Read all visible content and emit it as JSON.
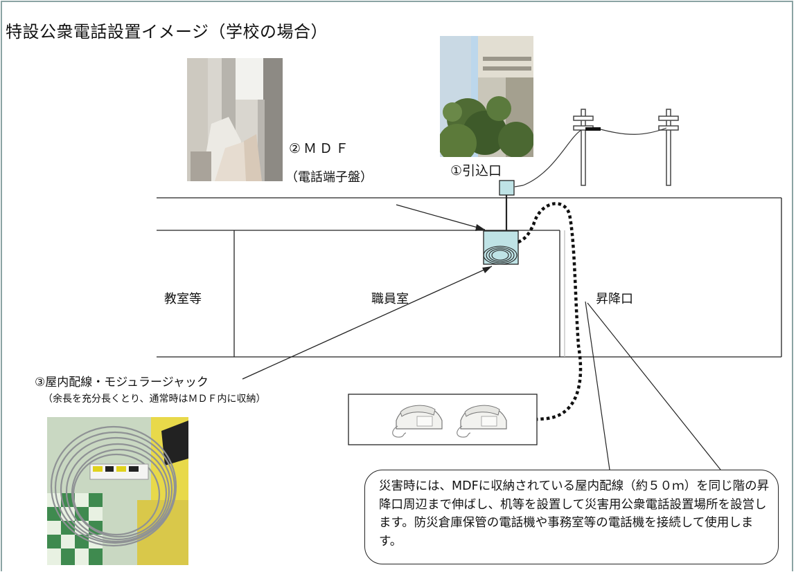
{
  "title": "特設公衆電話設置イメージ（学校の場合）",
  "labels": {
    "mdf_title": "②ＭＤＦ",
    "mdf_sub": "（電話端子盤）",
    "entry": "①引込口",
    "classroom": "教室等",
    "staff_room": "職員室",
    "entrance": "昇降口",
    "wiring_title": "③屋内配線・モジュラージャック",
    "wiring_sub": "（余長を充分長くとり、通常時はＭＤＦ内に収納）"
  },
  "callout": {
    "text": "災害時には、MDFに収納されている屋内配線（約５０ｍ）を同じ階の昇降口周辺まで伸ばし、机等を設置して災害用公衆電話設置場所を設営します。防災倉庫保管の電話機や事務室等の電話機を接続して使用します。"
  },
  "colors": {
    "box_fill": "#bfe3e6",
    "frame": "#8aa3a3",
    "line": "#222222"
  }
}
